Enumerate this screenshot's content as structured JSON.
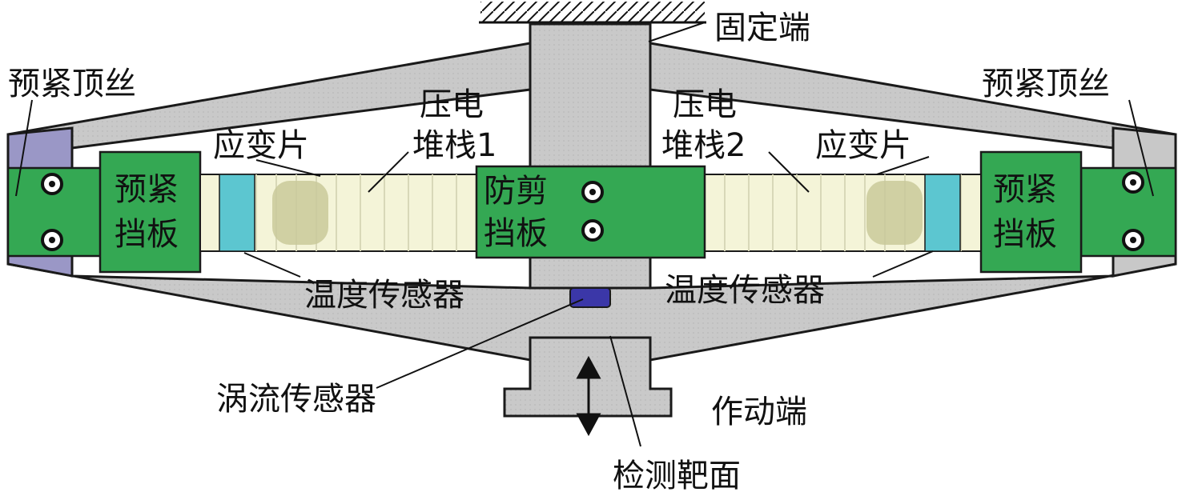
{
  "labels": {
    "fixed_end": "固定端",
    "preload_screw_left": "预紧顶丝",
    "preload_screw_right": "预紧顶丝",
    "strain_gauge_left": "应变片",
    "strain_gauge_right": "应变片",
    "piezo_stack_1_line1": "压电",
    "piezo_stack_1_line2": "堆栈1",
    "piezo_stack_2_line1": "压电",
    "piezo_stack_2_line2": "堆栈2",
    "preload_plate_left_line1": "预紧",
    "preload_plate_left_line2": "挡板",
    "preload_plate_right_line1": "预紧",
    "preload_plate_right_line2": "挡板",
    "anti_shear_plate_line1": "防剪",
    "anti_shear_plate_line2": "挡板",
    "temp_sensor_left": "温度传感器",
    "temp_sensor_right": "温度传感器",
    "eddy_sensor": "涡流传感器",
    "actuating_end": "作动端",
    "target_surface": "检测靶面"
  },
  "colors": {
    "frame": "#c8c8c8",
    "frame_stroke": "#1a1a1a",
    "green_block": "#34a853",
    "piezo": "#f4f4d8",
    "piezo_patch": "#c9c99a",
    "temp_sensor": "#5cc6d0",
    "screw_block": "#9a97c6",
    "eddy_probe": "#3b37a8"
  }
}
